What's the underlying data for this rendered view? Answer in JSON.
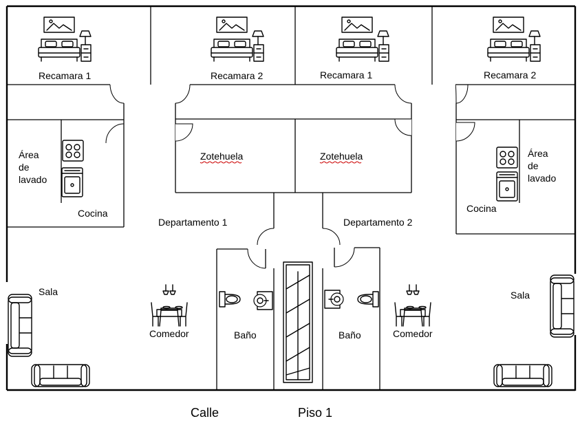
{
  "labels": {
    "recamara_1_left": "Recamara 1",
    "recamara_2_left": "Recamara 2",
    "recamara_1_right": "Recamara 1",
    "recamara_2_right": "Recamara 2",
    "zotehuela_left": "Zotehuela",
    "zotehuela_right": "Zotehuela",
    "area_lavado_left": [
      "Área",
      "de",
      "lavado"
    ],
    "area_lavado_right": [
      "Área",
      "de",
      "lavado"
    ],
    "cocina_left": "Cocina",
    "cocina_right": "Cocina",
    "departamento_1": "Departamento 1",
    "departamento_2": "Departamento 2",
    "sala_left": "Sala",
    "sala_right": "Sala",
    "comedor_left": "Comedor",
    "comedor_right": "Comedor",
    "bano_left": "Baño",
    "bano_right": "Baño",
    "calle": "Calle",
    "piso": "Piso 1"
  },
  "icons": [
    "bed-icon",
    "nightstand-lamp-icon",
    "wall-picture-icon",
    "stove-icon",
    "sink-icon",
    "toilet-icon",
    "washbasin-icon",
    "sofa-icon",
    "dining-table-icon",
    "pendant-lamp-icon",
    "stairs-icon",
    "door-swing-icon"
  ]
}
